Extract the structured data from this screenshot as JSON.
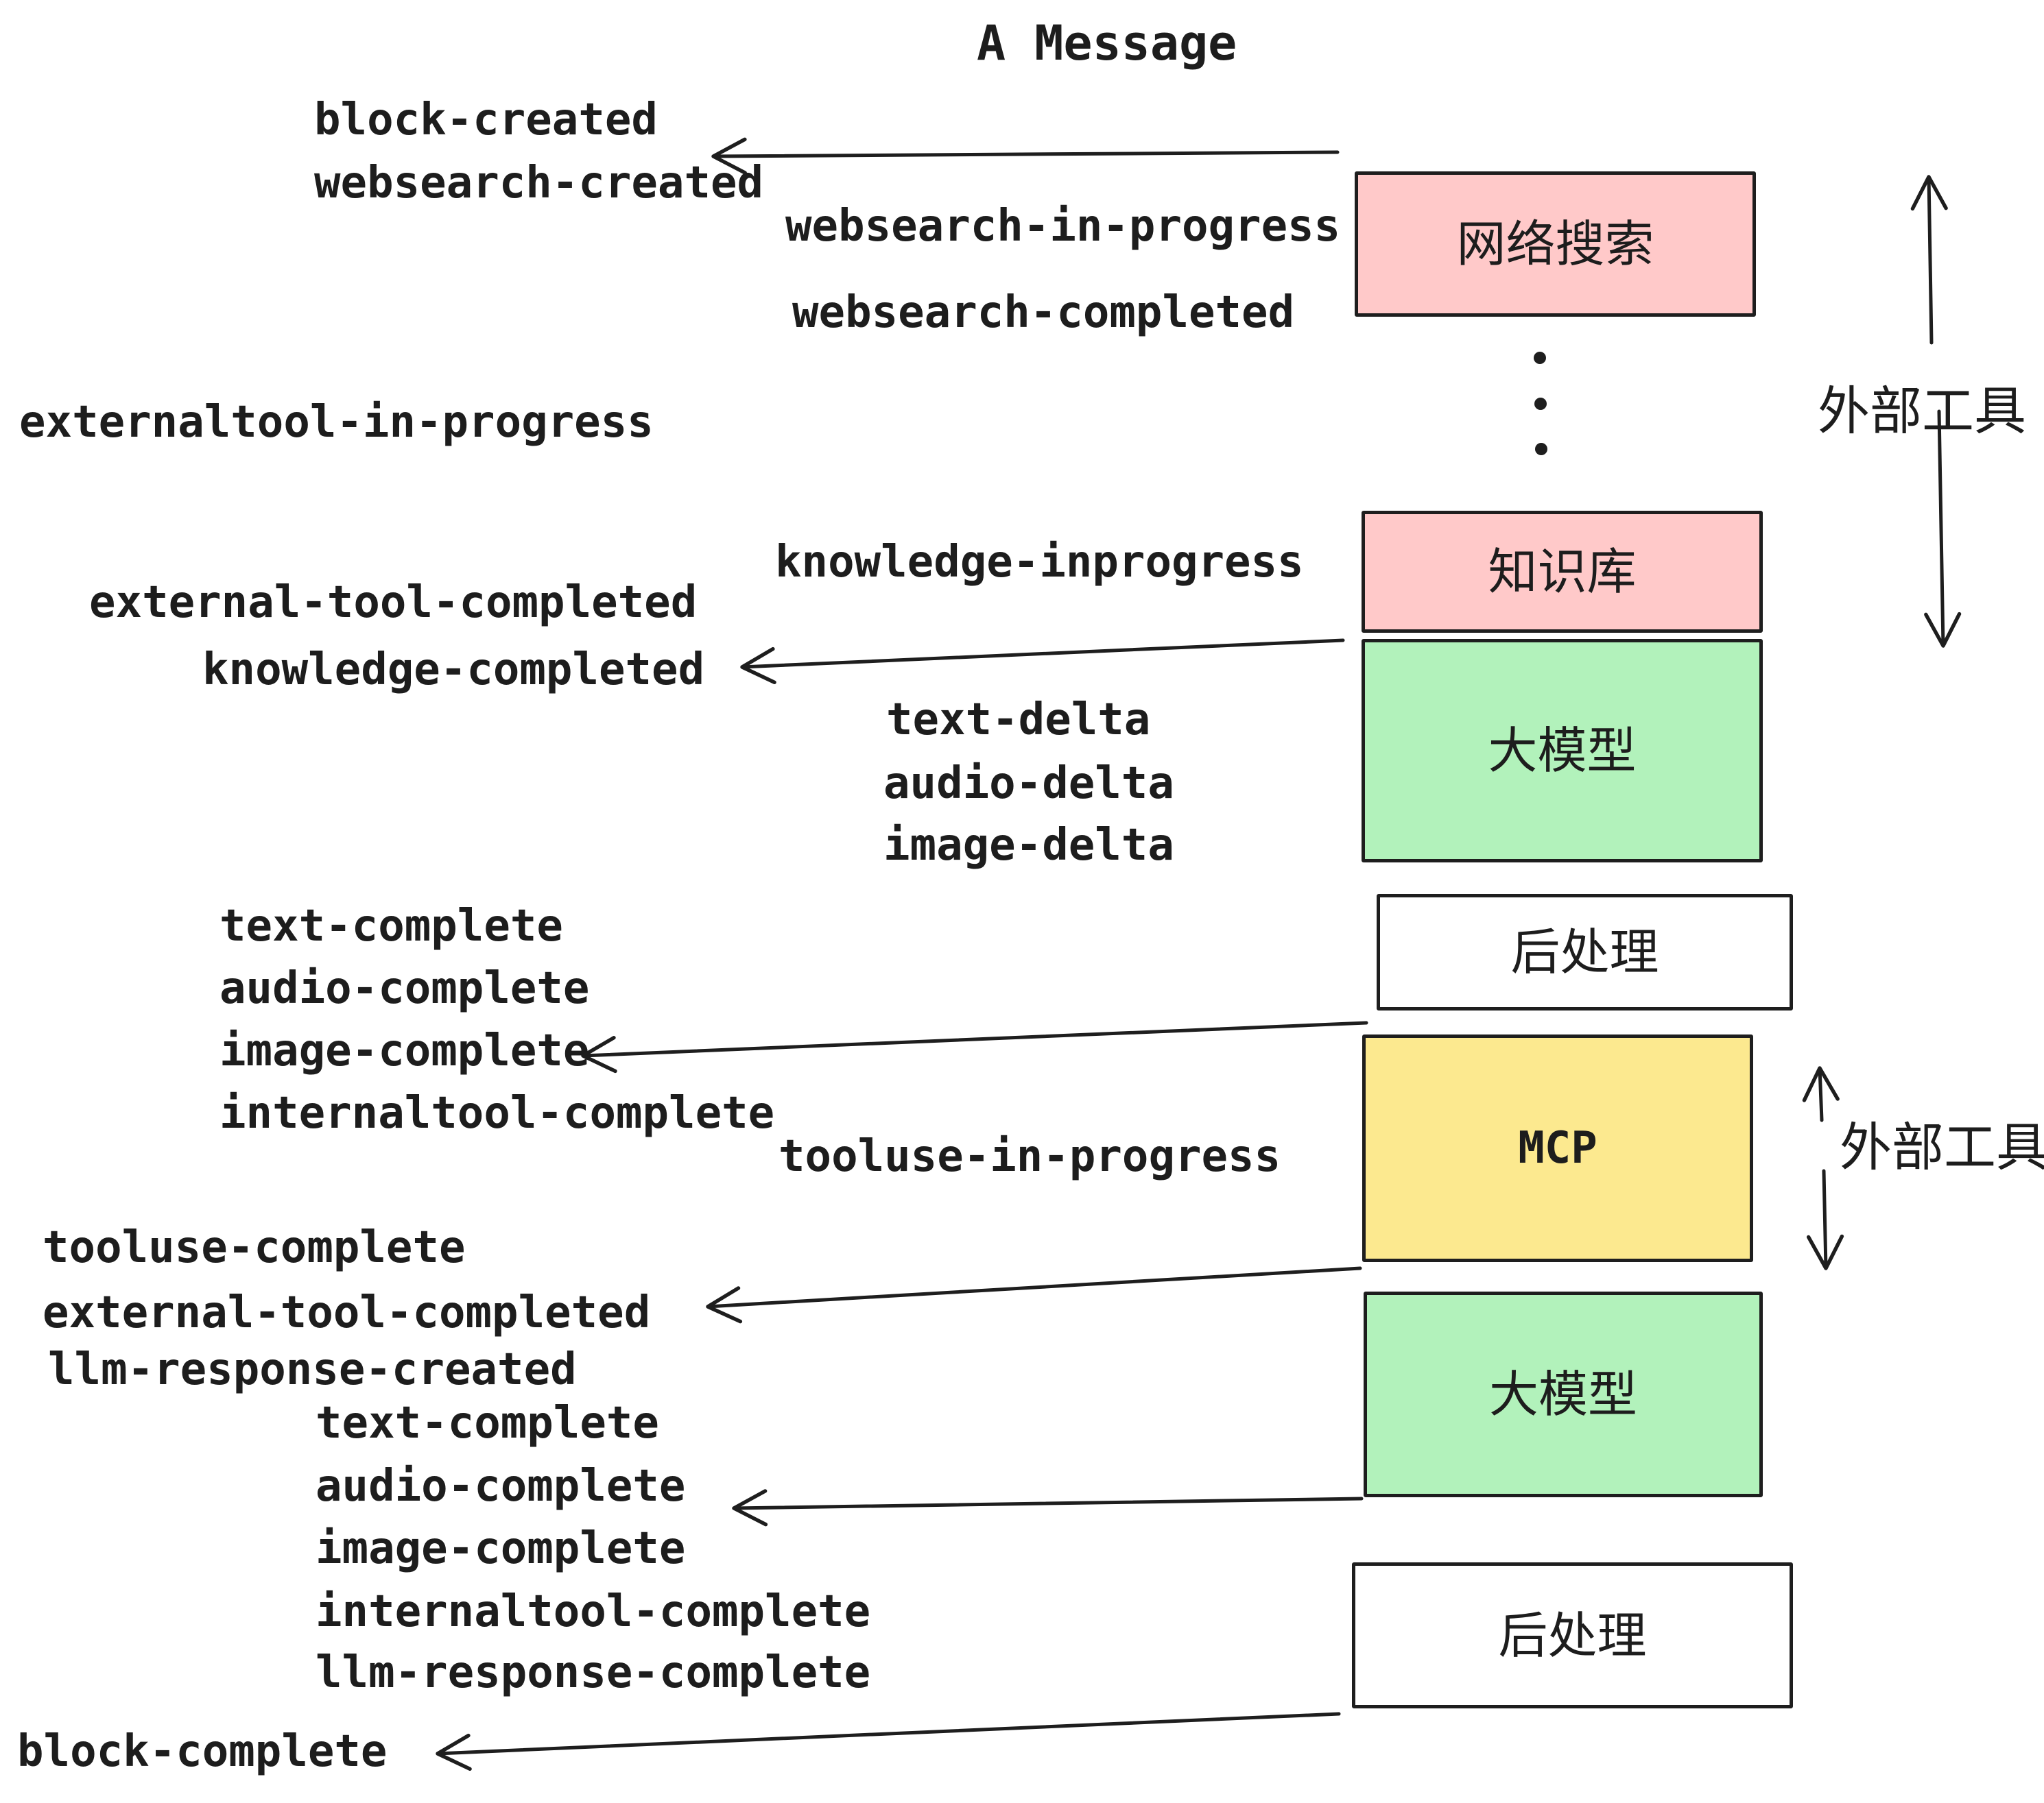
{
  "title": "A Message",
  "colors": {
    "pink": "#ffc9c9",
    "green": "#b2f2bb",
    "yellow": "#fce98f",
    "white": "#ffffff",
    "ink": "#1e1e1e"
  },
  "events": [
    {
      "text": "block-created"
    },
    {
      "text": "websearch-created"
    },
    {
      "text": "websearch-in-progress"
    },
    {
      "text": "websearch-completed"
    },
    {
      "text": "externaltool-in-progress"
    },
    {
      "text": "knowledge-inprogress"
    },
    {
      "text": "external-tool-completed"
    },
    {
      "text": "knowledge-completed"
    },
    {
      "text": "text-delta"
    },
    {
      "text": "audio-delta"
    },
    {
      "text": "image-delta"
    },
    {
      "text": "text-complete"
    },
    {
      "text": "audio-complete"
    },
    {
      "text": "image-complete"
    },
    {
      "text": "internaltool-complete"
    },
    {
      "text": "tooluse-in-progress"
    },
    {
      "text": "tooluse-complete"
    },
    {
      "text": "external-tool-completed"
    },
    {
      "text": "llm-response-created"
    },
    {
      "text": "text-complete"
    },
    {
      "text": "audio-complete"
    },
    {
      "text": "image-complete"
    },
    {
      "text": "internaltool-complete"
    },
    {
      "text": "llm-response-complete"
    },
    {
      "text": "block-complete"
    }
  ],
  "boxes": [
    {
      "label": "网络搜索",
      "color": "pink"
    },
    {
      "label": "知识库",
      "color": "pink"
    },
    {
      "label": "大模型",
      "color": "green"
    },
    {
      "label": "后处理",
      "color": "white"
    },
    {
      "label": "MCP",
      "color": "yellow"
    },
    {
      "label": "大模型",
      "color": "green"
    },
    {
      "label": "后处理",
      "color": "white"
    }
  ],
  "side_labels": [
    {
      "text": "外部工具"
    },
    {
      "text": "外部工具"
    }
  ],
  "misc": {
    "vertical_ellipsis_dots": 3
  }
}
